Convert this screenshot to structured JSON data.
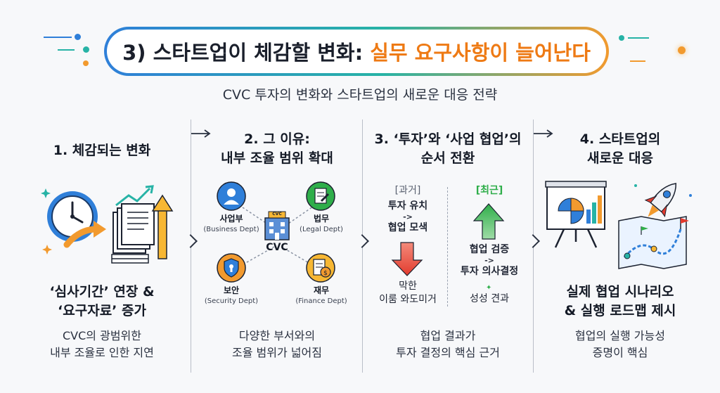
{
  "header": {
    "title_main": "3) 스타트업이 체감할 변화:",
    "title_accent": "실무 요구사항이 늘어난다",
    "subtitle": "CVC 투자의 변화와 스타트업의 새로운 대응 전략"
  },
  "columns": [
    {
      "title_lines": [
        "1. 체감되는 변화"
      ],
      "headline_lines": [
        "‘심사기간’ 연장 &",
        "‘요구자료’ 증가"
      ],
      "body_lines": [
        "CVC의 광범위한",
        "내부 조율로 인한 지연"
      ]
    },
    {
      "title_lines": [
        "2. 그 이유:",
        "내부 조율 범위 확대"
      ],
      "center_label": "CVC",
      "building_sign": "CVC",
      "departments": [
        {
          "name": "사업부",
          "en": "(Business Dept)"
        },
        {
          "name": "법무",
          "en": "(Legal Dept)"
        },
        {
          "name": "보안",
          "en": "(Security Dept)"
        },
        {
          "name": "재무",
          "en": "(Finance Dept)"
        }
      ],
      "body_lines": [
        "다양한 부서와의",
        "조율 범위가 넓어짐"
      ]
    },
    {
      "title_lines": [
        "3. ‘투자’와 ‘사업 협업’의",
        "순서 전환"
      ],
      "past": {
        "label": "[과거]",
        "flow_lines": [
          "투자 유치",
          "->",
          "협업 모색"
        ],
        "result_lines": [
          "막한",
          "이룸 와도미거"
        ]
      },
      "recent": {
        "label": "[최근]",
        "flow_lines": [
          "협업 검증",
          "->",
          "투자 의사결정"
        ],
        "result_lines": [
          "성성 견과"
        ]
      },
      "body_lines": [
        "협업 결과가",
        "투자 결정의 핵심 근거"
      ]
    },
    {
      "title_lines": [
        "4. 스타트업의",
        "새로운 대응"
      ],
      "headline_lines": [
        "실제 협업 시나리오",
        "& 실행 로드맵 제시"
      ],
      "body_lines": [
        "협업의 실행 가능성",
        "증명이 핵심"
      ]
    }
  ],
  "colors": {
    "blue": "#2f7fd9",
    "teal": "#27b3a6",
    "orange": "#f29a2e",
    "green": "#2fae4a",
    "red": "#e23b2e"
  }
}
